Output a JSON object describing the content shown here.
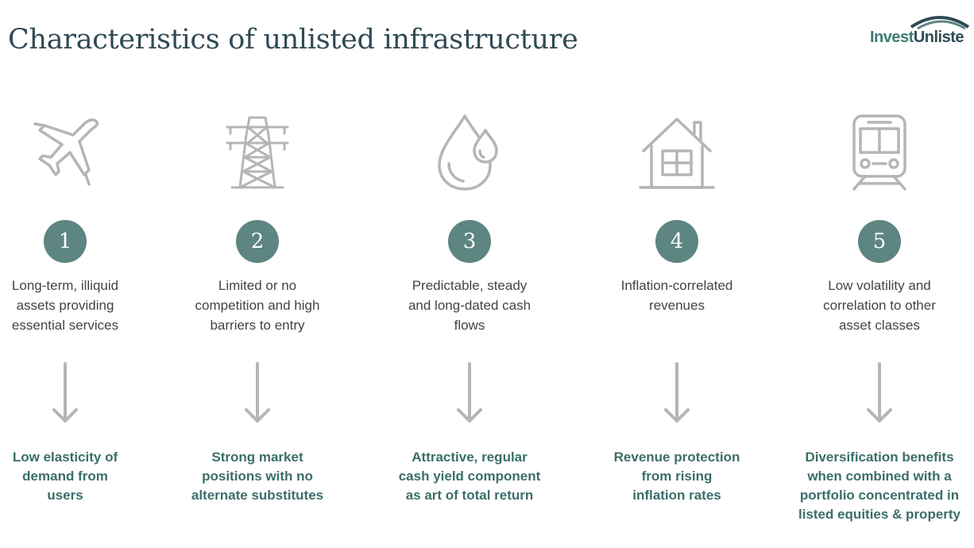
{
  "page_title": "Characteristics of unlisted infrastructure",
  "logo": {
    "part1": "Invest",
    "part2": "Unliste"
  },
  "colors": {
    "teal_circle": "#5d8581",
    "teal_text": "#3b6e69",
    "title": "#2f4a55",
    "icon_grey": "#b5b5b5"
  },
  "columns": [
    {
      "number": "1",
      "icon": "airplane-icon",
      "description": "Long-term, illiquid\nassets providing\nessential services",
      "benefit": "Low elasticity of\ndemand from\nusers"
    },
    {
      "number": "2",
      "icon": "power-pylon-icon",
      "description": "Limited or no\ncompetition and high\nbarriers to entry",
      "benefit": "Strong market\npositions with no\nalternate substitutes"
    },
    {
      "number": "3",
      "icon": "water-drop-icon",
      "description": "Predictable, steady\nand long-dated cash\nflows",
      "benefit": "Attractive, regular\ncash yield component\nas art of total return"
    },
    {
      "number": "4",
      "icon": "house-icon",
      "description": "Inflation-correlated\nrevenues",
      "benefit": "Revenue protection\nfrom rising\ninflation rates"
    },
    {
      "number": "5",
      "icon": "train-icon",
      "description": "Low volatility and\ncorrelation to other\nasset classes",
      "benefit": "Diversification benefits\nwhen combined with a\nportfolio concentrated in\nlisted equities & property"
    }
  ]
}
